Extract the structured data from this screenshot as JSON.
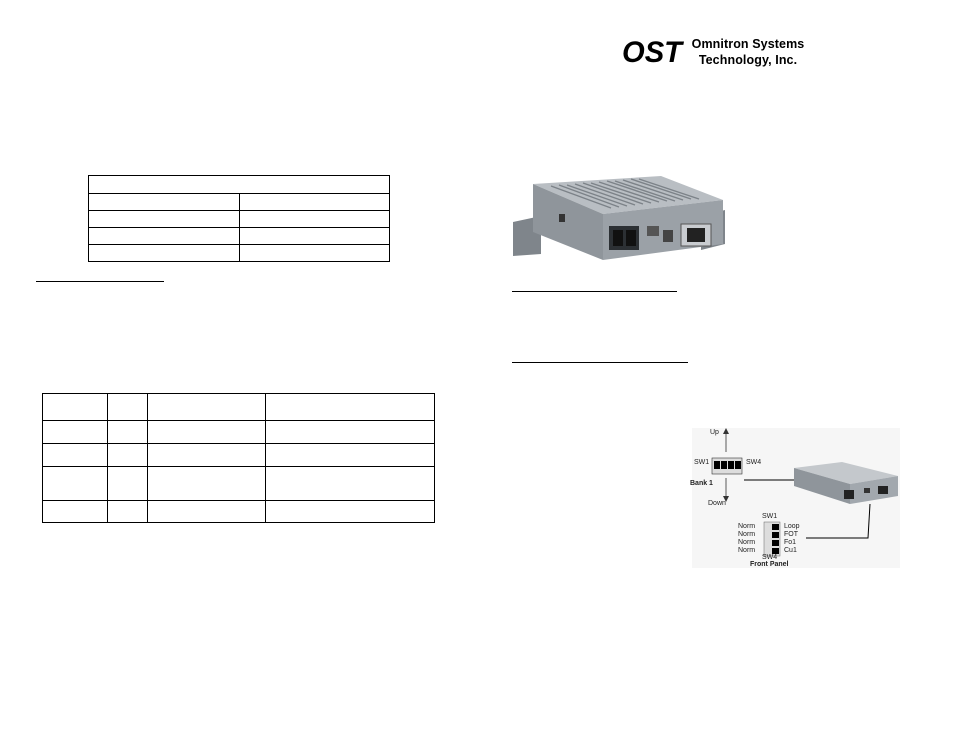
{
  "logo": {
    "mark": "OST",
    "company_line1": "Omnitron Systems",
    "company_line2": "Technology, Inc."
  },
  "diagram": {
    "up_label": "Up",
    "down_label": "Down",
    "sw1_label": "SW1",
    "sw4_label": "SW4",
    "bank_label": "Bank 1",
    "front_sw1_label": "SW1",
    "front_sw4_label": "SW4",
    "front_panel_label": "Front Panel",
    "switch_rows": [
      {
        "left": "Norm",
        "right": "Loop"
      },
      {
        "left": "Norm",
        "right": "FOT"
      },
      {
        "left": "Norm",
        "right": "Fo1"
      },
      {
        "left": "Norm",
        "right": "Cu1"
      }
    ]
  },
  "colors": {
    "device_body": "#8f959b",
    "device_top": "#b9bec3",
    "diagram_bg": "#f6f6f6"
  }
}
